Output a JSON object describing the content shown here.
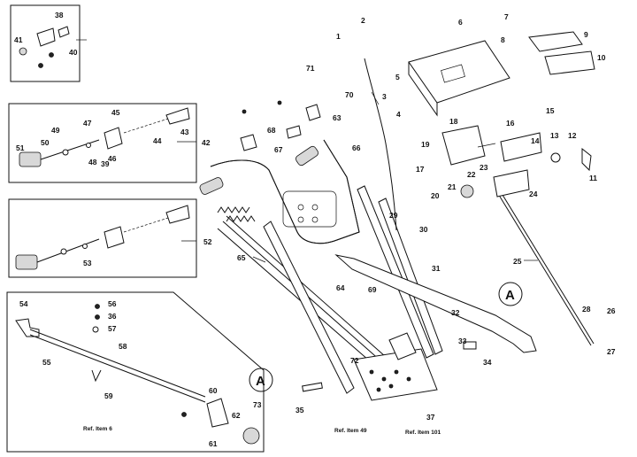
{
  "diagram": {
    "callout": "A",
    "labels_top": [
      "1",
      "2",
      "3",
      "4",
      "5",
      "6",
      "7",
      "8",
      "9",
      "10",
      "11",
      "12",
      "13",
      "14",
      "15",
      "16",
      "17",
      "18",
      "19",
      "20",
      "21",
      "22",
      "23",
      "24",
      "25",
      "26",
      "27",
      "28",
      "29",
      "30",
      "31",
      "32",
      "33",
      "34",
      "35",
      "36",
      "37",
      "38",
      "39",
      "40",
      "41",
      "42",
      "43",
      "44",
      "45",
      "46",
      "47",
      "48",
      "49",
      "50",
      "51",
      "52",
      "53",
      "54",
      "55",
      "56",
      "57",
      "58",
      "59",
      "60",
      "61",
      "62",
      "63",
      "64",
      "65",
      "66",
      "67",
      "68",
      "69",
      "70",
      "71",
      "72",
      "73"
    ],
    "refs": {
      "item6": "Ref. Item 6",
      "item49": "Ref. Item 49",
      "item101": "Ref. Item 101"
    }
  }
}
